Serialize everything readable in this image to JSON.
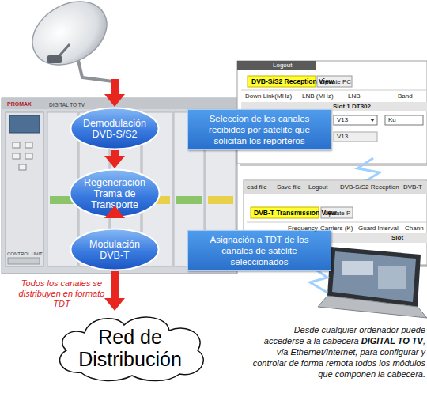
{
  "diagram": {
    "nodes": [
      {
        "text": [
          "Demodulación DVB-S/S2"
        ]
      },
      {
        "text": [
          "Seleccion de los canales recibidos por satélite que solicitan los reporteros"
        ]
      },
      {
        "text": [
          "Regeneración Trama de Transporte"
        ]
      },
      {
        "text": [
          "Modulación DVB-T"
        ]
      },
      {
        "text": [
          "Asignación a TDT de los canales de satélite seleccionados"
        ]
      },
      {
        "text": [
          "Red de Distribución"
        ]
      }
    ],
    "edges": [
      {
        "from": 0,
        "to": 2,
        "arrow": "to"
      },
      {
        "from": 2,
        "to": 3,
        "arrow": "to"
      },
      {
        "from": 3,
        "to": 5,
        "arrow": "to"
      }
    ],
    "labels": [
      "Todos los canales se distribuyen en formato TDT",
      "Desde cualquier ordenador puede accederse a la cabecera",
      "DIGITAL TO TV",
      ", vía Ethernet/Internet, para configurar y controlar de forma remota todos los módulos que componen la cabecera.",
      "PROMAX",
      "DIGITAL TO TV",
      "CONTROL UNIT",
      "Logout",
      "DVB-S/S2 Reception View",
      "Update PC",
      "Down Link(MHz)",
      "LNB (MHz)",
      "LNB",
      "Band",
      "Slot 1 DT302",
      "V13",
      "V13",
      "Ku",
      "ead file",
      "Save file",
      "Logout",
      "DVB-S/S2 Reception",
      "DVB-T",
      "DVB-T Transmission View",
      "Update P",
      "Frequency",
      "Carriers (K)",
      "Guard Interval",
      "Chann",
      "Slot"
    ]
  }
}
